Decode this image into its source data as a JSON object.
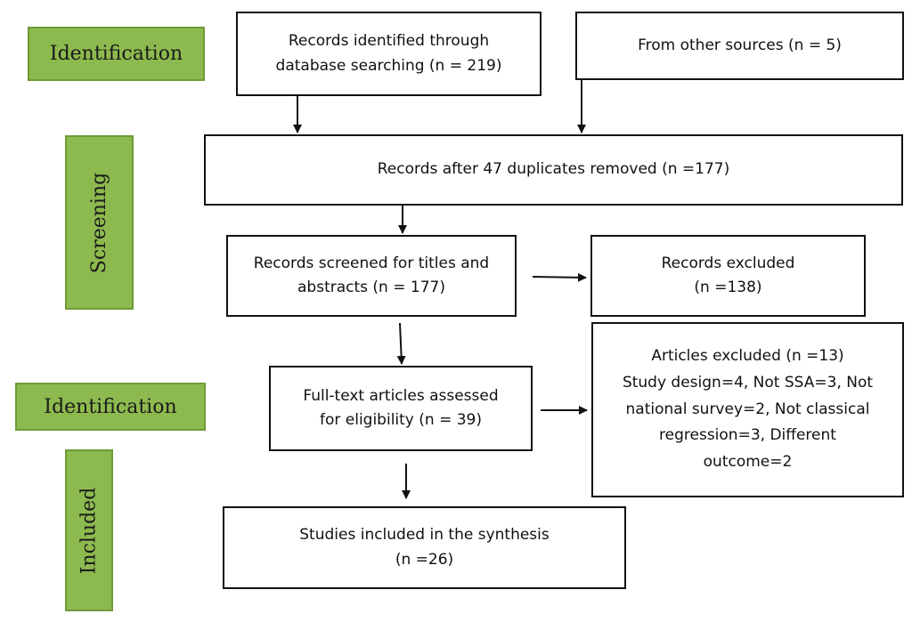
{
  "stages": {
    "identification_1": "Identification",
    "screening": "Screening",
    "identification_2": "Identification",
    "included": "Included"
  },
  "boxes": {
    "database": [
      "Records identified through",
      "database searching (n = 219)"
    ],
    "other_sources": [
      "From other sources (n = 5)"
    ],
    "after_duplicates": [
      "Records after 47 duplicates removed (n =177)"
    ],
    "screened": [
      "Records screened for titles and",
      "abstracts (n = 177)"
    ],
    "records_excluded": [
      "Records excluded",
      "(n =138)"
    ],
    "full_text": [
      "Full-text articles assessed",
      "for eligibility (n = 39)"
    ],
    "articles_excluded": [
      "Articles excluded (n =13)",
      "Study design=4, Not SSA=3, Not",
      "national survey=2, Not classical",
      "regression=3, Different",
      "outcome=2"
    ],
    "included": [
      "Studies included in the synthesis",
      "(n =26)"
    ]
  },
  "colors": {
    "stage_fill": "#8dba4e",
    "stage_border": "#6f9a38",
    "box_border": "#111111",
    "arrow": "#111111"
  }
}
